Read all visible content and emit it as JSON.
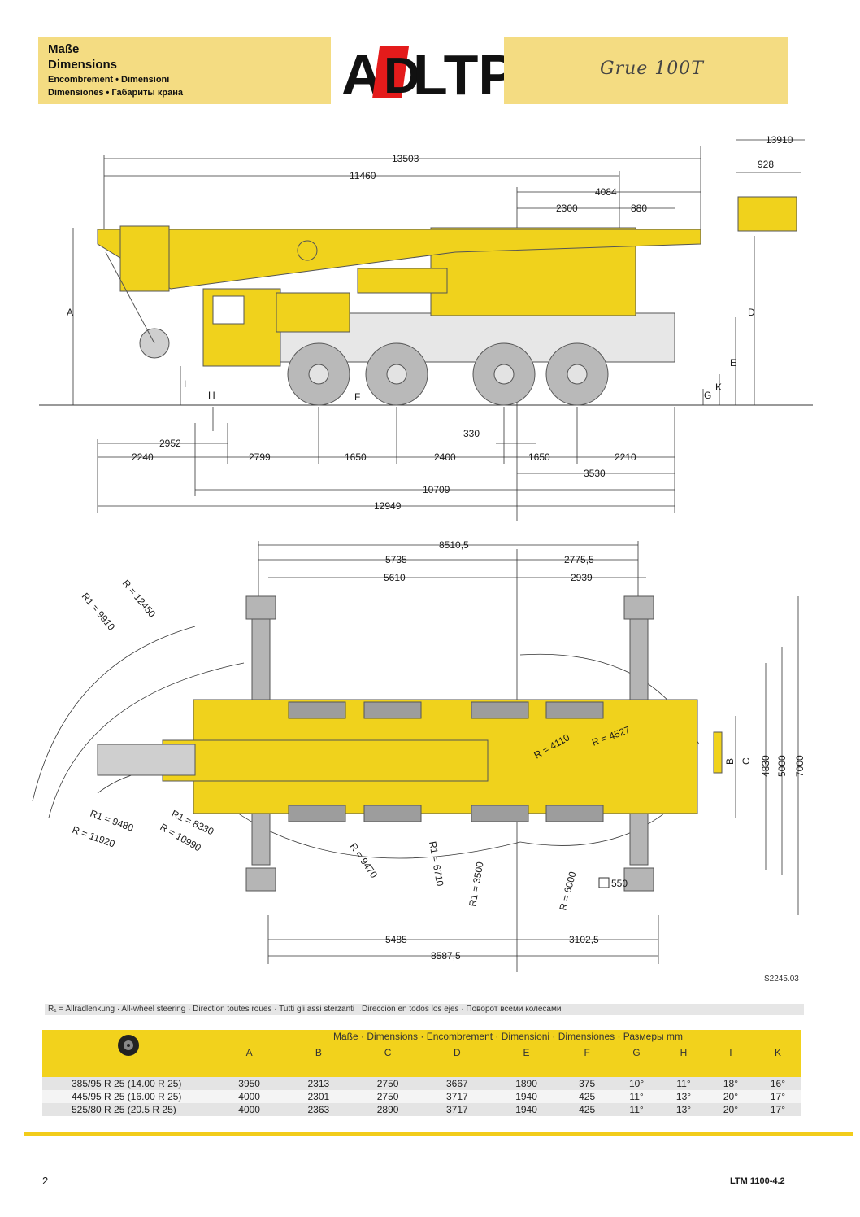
{
  "header": {
    "title_de": "Maße",
    "title_en": "Dimensions",
    "title_fr_it": "Encombrement • Dimensioni",
    "title_es_ru": "Dimensiones • Габариты крана",
    "logo_text": "ADLTP",
    "handwritten_note": "Grue 100T",
    "brand_color": "#f4dc82",
    "logo_accent": "#e41b1b"
  },
  "side_view": {
    "top_dims": [
      "13910",
      "928",
      "13503",
      "11460",
      "4084",
      "2300",
      "880"
    ],
    "height_letters": [
      "A",
      "D",
      "E",
      "K",
      "G",
      "H",
      "I",
      "F"
    ],
    "bottom_dims": [
      "2952",
      "2240",
      "2799",
      "1650",
      "2400",
      "330",
      "1650",
      "2210",
      "3530",
      "10709",
      "12949"
    ],
    "crane_color": "#f0d21c"
  },
  "top_view": {
    "top_dims": [
      "8510,5",
      "5735",
      "2775,5",
      "5610",
      "2939"
    ],
    "radii": [
      "R = 12450",
      "R1 = 9910",
      "R1 = 9480",
      "R = 11920",
      "R1 = 8330",
      "R = 10990",
      "R = 9470",
      "R1 = 6710",
      "R1 = 3500",
      "R = 6000",
      "R = 4110",
      "R = 4527"
    ],
    "right_dims": [
      "B",
      "C",
      "4830",
      "5000",
      "7000"
    ],
    "pad_label": "550",
    "bottom_dims": [
      "5485",
      "3102,5",
      "8587,5"
    ],
    "drawing_no": "S2245.03"
  },
  "footnote": "R₁ = Allradlenkung · All-wheel steering · Direction toutes roues · Tutti gli assi sterzanti · Dirección en todos los ejes · Поворот всеми колесами",
  "table": {
    "header": "Maße · Dimensions · Encombrement · Dimensioni · Dimensiones · Размеры mm",
    "columns": [
      "A",
      "B",
      "C",
      "D",
      "E",
      "F",
      "G",
      "H",
      "I",
      "K"
    ],
    "rows": [
      {
        "tyre": "385/95 R 25 (14.00 R 25)",
        "values": [
          "3950",
          "2313",
          "2750",
          "3667",
          "1890",
          "375",
          "10°",
          "11°",
          "18°",
          "16°"
        ]
      },
      {
        "tyre": "445/95 R 25 (16.00 R 25)",
        "values": [
          "4000",
          "2301",
          "2750",
          "3717",
          "1940",
          "425",
          "11°",
          "13°",
          "20°",
          "17°"
        ]
      },
      {
        "tyre": "525/80 R 25 (20.5 R 25)",
        "values": [
          "4000",
          "2363",
          "2890",
          "3717",
          "1940",
          "425",
          "11°",
          "13°",
          "20°",
          "17°"
        ]
      }
    ]
  },
  "footer": {
    "page": "2",
    "model": "LTM 1100-4.2"
  }
}
